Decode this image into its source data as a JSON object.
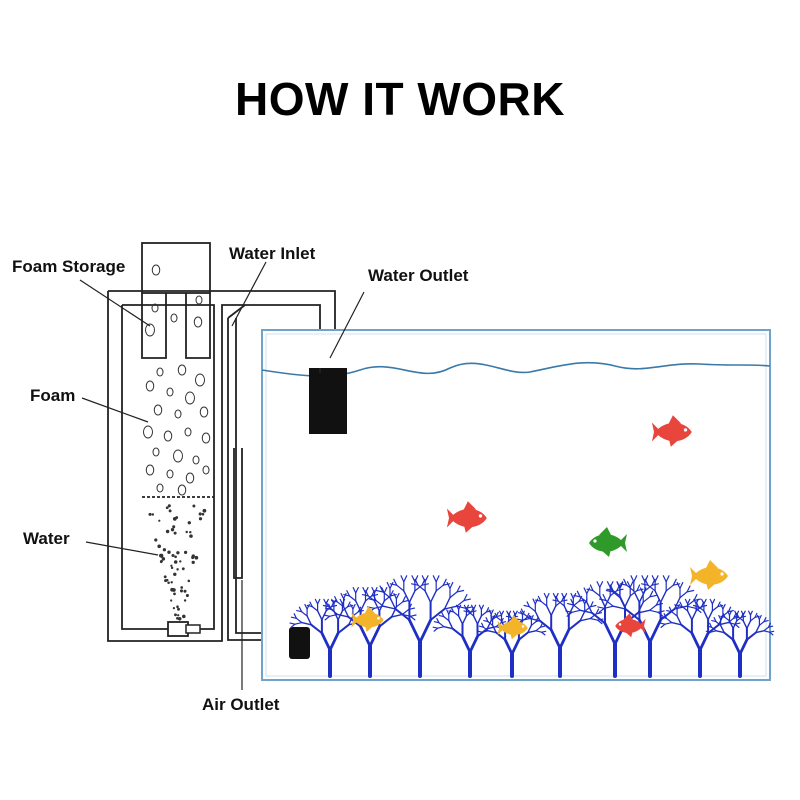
{
  "title": "HOW IT WORK",
  "labels": {
    "foam_storage": "Foam Storage",
    "water_inlet": "Water Inlet",
    "water_outlet": "Water Outlet",
    "foam": "Foam",
    "water": "Water",
    "air_outlet": "Air Outlet"
  },
  "colors": {
    "tank_border": "#6fa3c9",
    "water_line": "#3a7aa8",
    "coral": "#1f2fc4",
    "fish_red": "#e8453c",
    "fish_green": "#2f9a2a",
    "fish_yellow": "#f4b42a",
    "pump": "#111111"
  }
}
